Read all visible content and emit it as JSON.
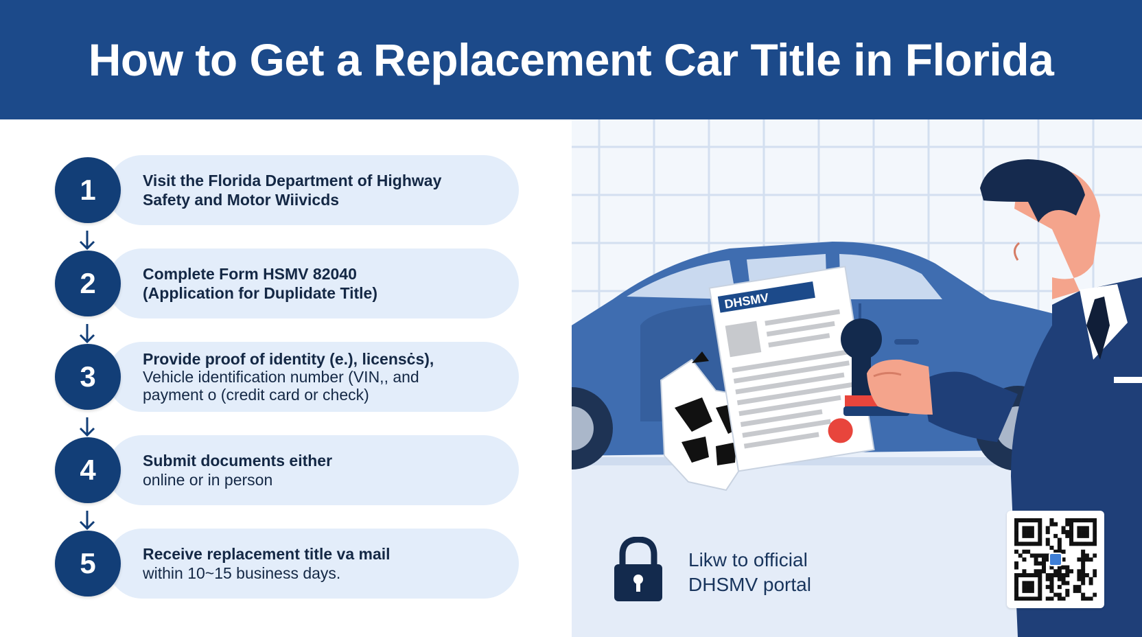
{
  "header": {
    "title": "How to Get a Replacement Car Title in Florida"
  },
  "steps": [
    {
      "number": "1",
      "line1": "Visit the Florida Department of Highway",
      "line2": "Safety and Motor Wiivicds"
    },
    {
      "number": "2",
      "line1": "Complete Form HSMV 82040",
      "line2": "(Application for Duplidate Title)"
    },
    {
      "number": "3",
      "line1": "Provide proof of identity (e.), licensċs),",
      "line2": "Vehicle identification number (VIN,, and",
      "line3": "payment o (credit card or check)"
    },
    {
      "number": "4",
      "line1": "Submit documents either",
      "line2": "online or in person"
    },
    {
      "number": "5",
      "line1": "Receive replacement title va mail",
      "line2": "within 10~15 business days."
    }
  ],
  "illustration": {
    "document_label": "DHSMV"
  },
  "portal": {
    "line1": "Likw to official",
    "line2": "DHSMV portal"
  },
  "icons": {
    "lock": "lock-icon",
    "qr": "qr-code-icon",
    "arrow": "arrow-down-icon"
  },
  "colors": {
    "header": "#1c4a8a",
    "circle": "#123e77",
    "pill": "#e3edfa",
    "panel": "#e9f0fa",
    "car": "#3f6db0"
  }
}
